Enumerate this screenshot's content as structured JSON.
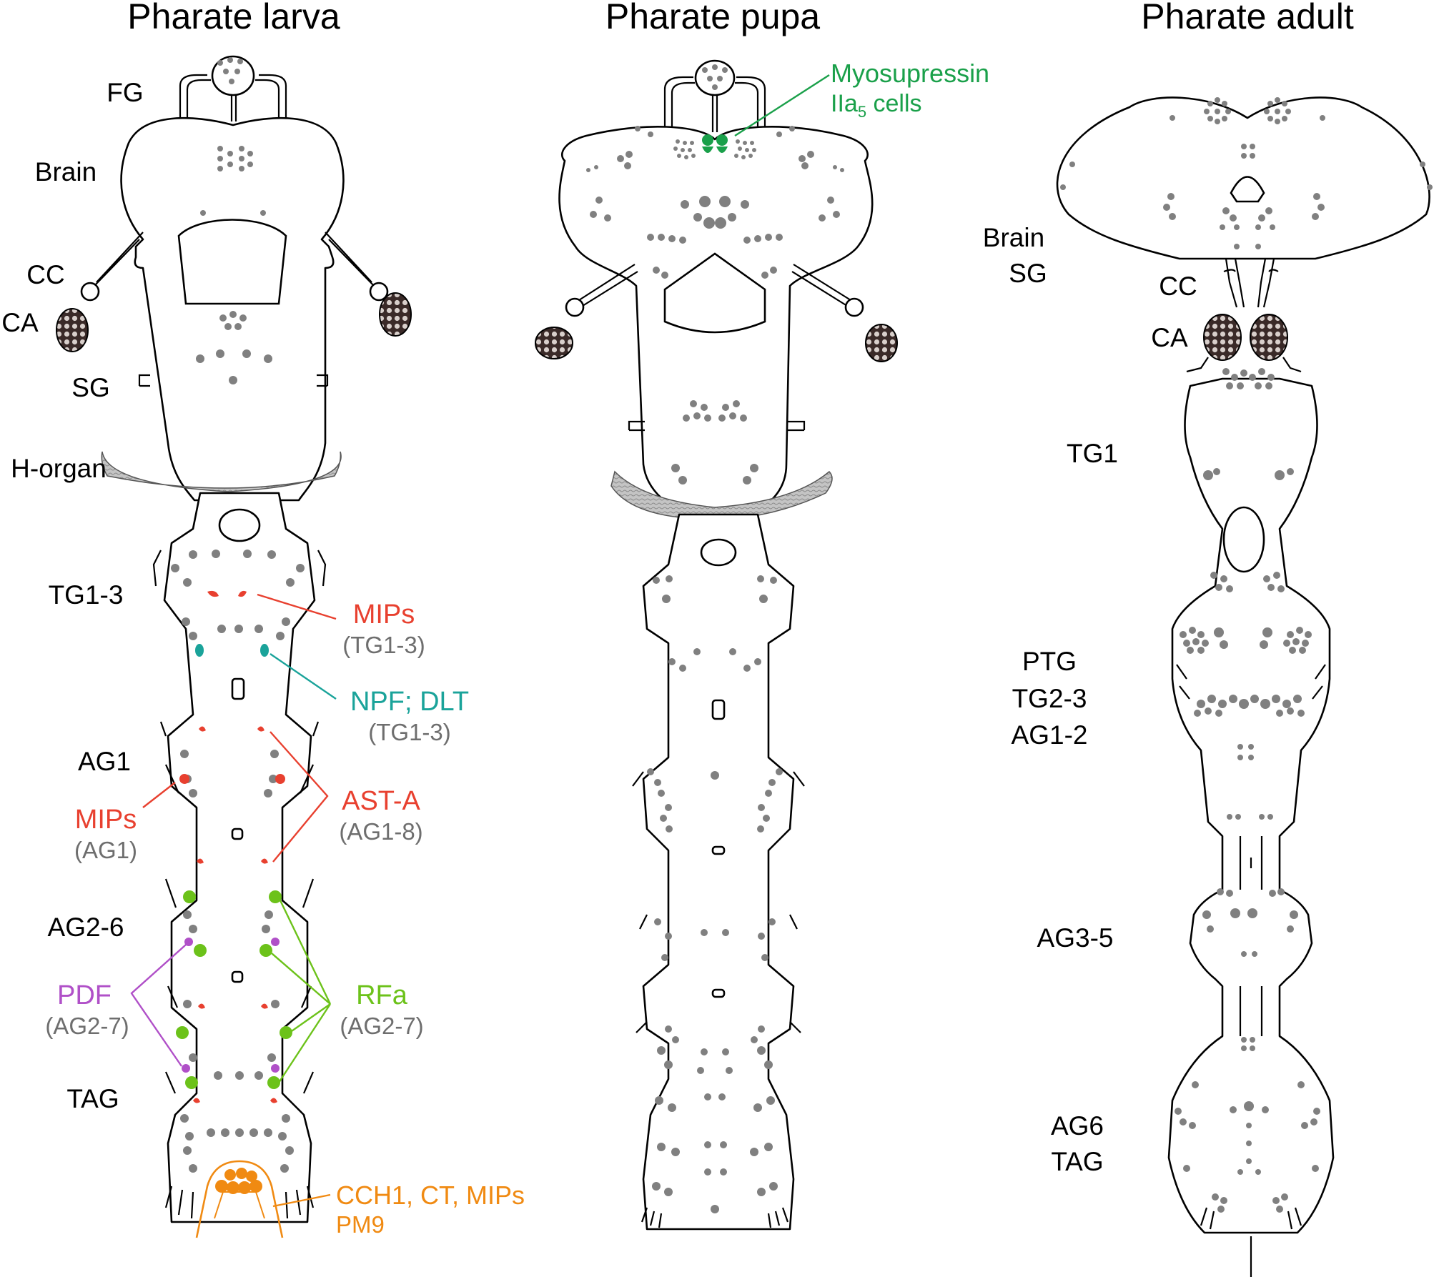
{
  "titles": {
    "larva": "Pharate larva",
    "pupa": "Pharate pupa",
    "adult": "Pharate adult"
  },
  "larva_labels": {
    "fg": "FG",
    "brain": "Brain",
    "cc": "CC",
    "ca": "CA",
    "sg": "SG",
    "horgan": "H-organ",
    "tg13": "TG1-3",
    "ag1": "AG1",
    "ag26": "AG2-6",
    "tag": "TAG"
  },
  "adult_labels": {
    "brain": "Brain",
    "sg": "SG",
    "cc": "CC",
    "ca": "CA",
    "tg1": "TG1",
    "ptg": "PTG",
    "tg23": "TG2-3",
    "ag12": "AG1-2",
    "ag35": "AG3-5",
    "ag6": "AG6",
    "tag": "TAG"
  },
  "annotations": {
    "mips_tg": {
      "name": "MIPs",
      "region": "(TG1-3)",
      "color": "#e8402f"
    },
    "npf": {
      "name": "NPF; DLT",
      "region": "(TG1-3)",
      "color": "#1aa39a"
    },
    "asta": {
      "name": "AST-A",
      "region": "(AG1-8)",
      "color": "#e8402f"
    },
    "mips_ag": {
      "name": "MIPs",
      "region": "(AG1)",
      "color": "#e8402f"
    },
    "pdf": {
      "name": "PDF",
      "region": "(AG2-7)",
      "color": "#b050c8"
    },
    "rfa": {
      "name": "RFa",
      "region": "(AG2-7)",
      "color": "#6cc21a"
    },
    "cch1": {
      "name": "CCH1, CT, MIPs",
      "region": "PM9",
      "color": "#f08a12"
    },
    "myo": {
      "name": "Myosupressin",
      "region_prefix": "IIa",
      "region_sub": "5",
      "region_suffix": " cells",
      "color": "#1aa04a"
    }
  },
  "colors": {
    "cell": "#808080",
    "outline": "#000000",
    "corpora_allata": "#3a2a28",
    "horgan": "#b8b8b8"
  }
}
